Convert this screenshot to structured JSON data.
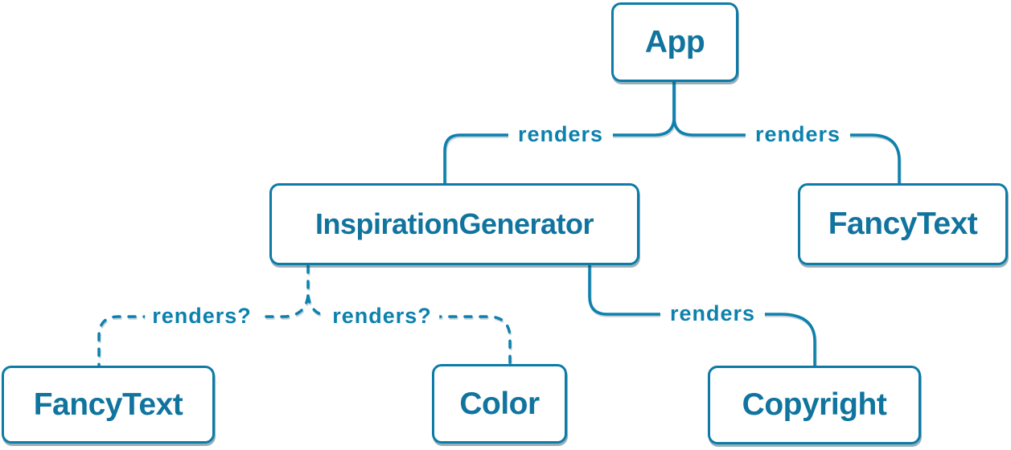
{
  "diagram": {
    "description": "React component render tree",
    "nodes": {
      "app": {
        "label": "App"
      },
      "inspiration_generator": {
        "label": "InspirationGenerator"
      },
      "fancy_text_top": {
        "label": "FancyText"
      },
      "fancy_text_bottom": {
        "label": "FancyText"
      },
      "color": {
        "label": "Color"
      },
      "copyright": {
        "label": "Copyright"
      }
    },
    "edges": {
      "app_inspiration": {
        "from": "App",
        "to": "InspirationGenerator",
        "label": "renders",
        "style": "solid"
      },
      "app_fancytext": {
        "from": "App",
        "to": "FancyText",
        "label": "renders",
        "style": "solid"
      },
      "inspiration_fancytext": {
        "from": "InspirationGenerator",
        "to": "FancyText",
        "label": "renders?",
        "style": "dashed"
      },
      "inspiration_color": {
        "from": "InspirationGenerator",
        "to": "Color",
        "label": "renders?",
        "style": "dashed"
      },
      "inspiration_copyright": {
        "from": "InspirationGenerator",
        "to": "Copyright",
        "label": "renders",
        "style": "solid"
      }
    },
    "colors": {
      "background": "#ffffff",
      "line_and_label": "#0d81ad",
      "node_border": "#0d7ba6",
      "node_text": "#10749e",
      "node_fill": "#ffffff"
    }
  }
}
